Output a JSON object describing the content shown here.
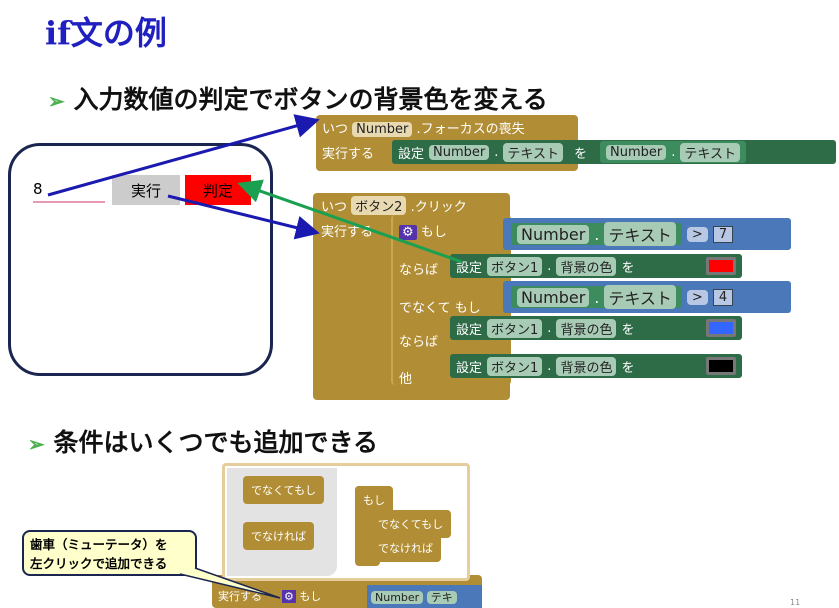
{
  "title": "if文の例",
  "bullets": [
    "入力数値の判定でボタンの背景色を変える",
    "条件はいくつでも追加できる"
  ],
  "phone": {
    "input_value": "8",
    "run_button": "実行",
    "judge_button": "判定"
  },
  "event1": {
    "when": "いつ",
    "component": "Number",
    "event": ".フォーカスの喪失",
    "do": "実行する",
    "set": "設定",
    "target": "Number",
    "prop": "テキスト",
    "to": "を",
    "src": "Number",
    "src_prop": "テキスト"
  },
  "event2": {
    "when": "いつ",
    "component": "ボタン2",
    "event": ".クリック",
    "do": "実行する",
    "if": "もし",
    "then": "ならば",
    "elseif": "でなくて もし",
    "else": "他",
    "cond1": {
      "comp": "Number",
      "prop": "テキスト",
      "op": ">",
      "value": "7"
    },
    "cond2": {
      "comp": "Number",
      "prop": "テキスト",
      "op": ">",
      "value": "4"
    },
    "set": "設定",
    "button": "ボタン1",
    "bgprop": "背景の色",
    "to": "を",
    "colors": [
      "#ff0000",
      "#3366ff",
      "#000000"
    ]
  },
  "mutator": {
    "elseif": "でなくてもし",
    "else": "でなければ",
    "if": "もし",
    "elseif2": "でなくてもし",
    "else2": "でなければ"
  },
  "callout": {
    "line1": "歯車（ミューテータ）を",
    "line2": "左クリックで追加できる"
  },
  "bottom": {
    "do": "実行する",
    "if": "もし",
    "comp": "Number",
    "prop": "テキ"
  },
  "page_number": "11"
}
